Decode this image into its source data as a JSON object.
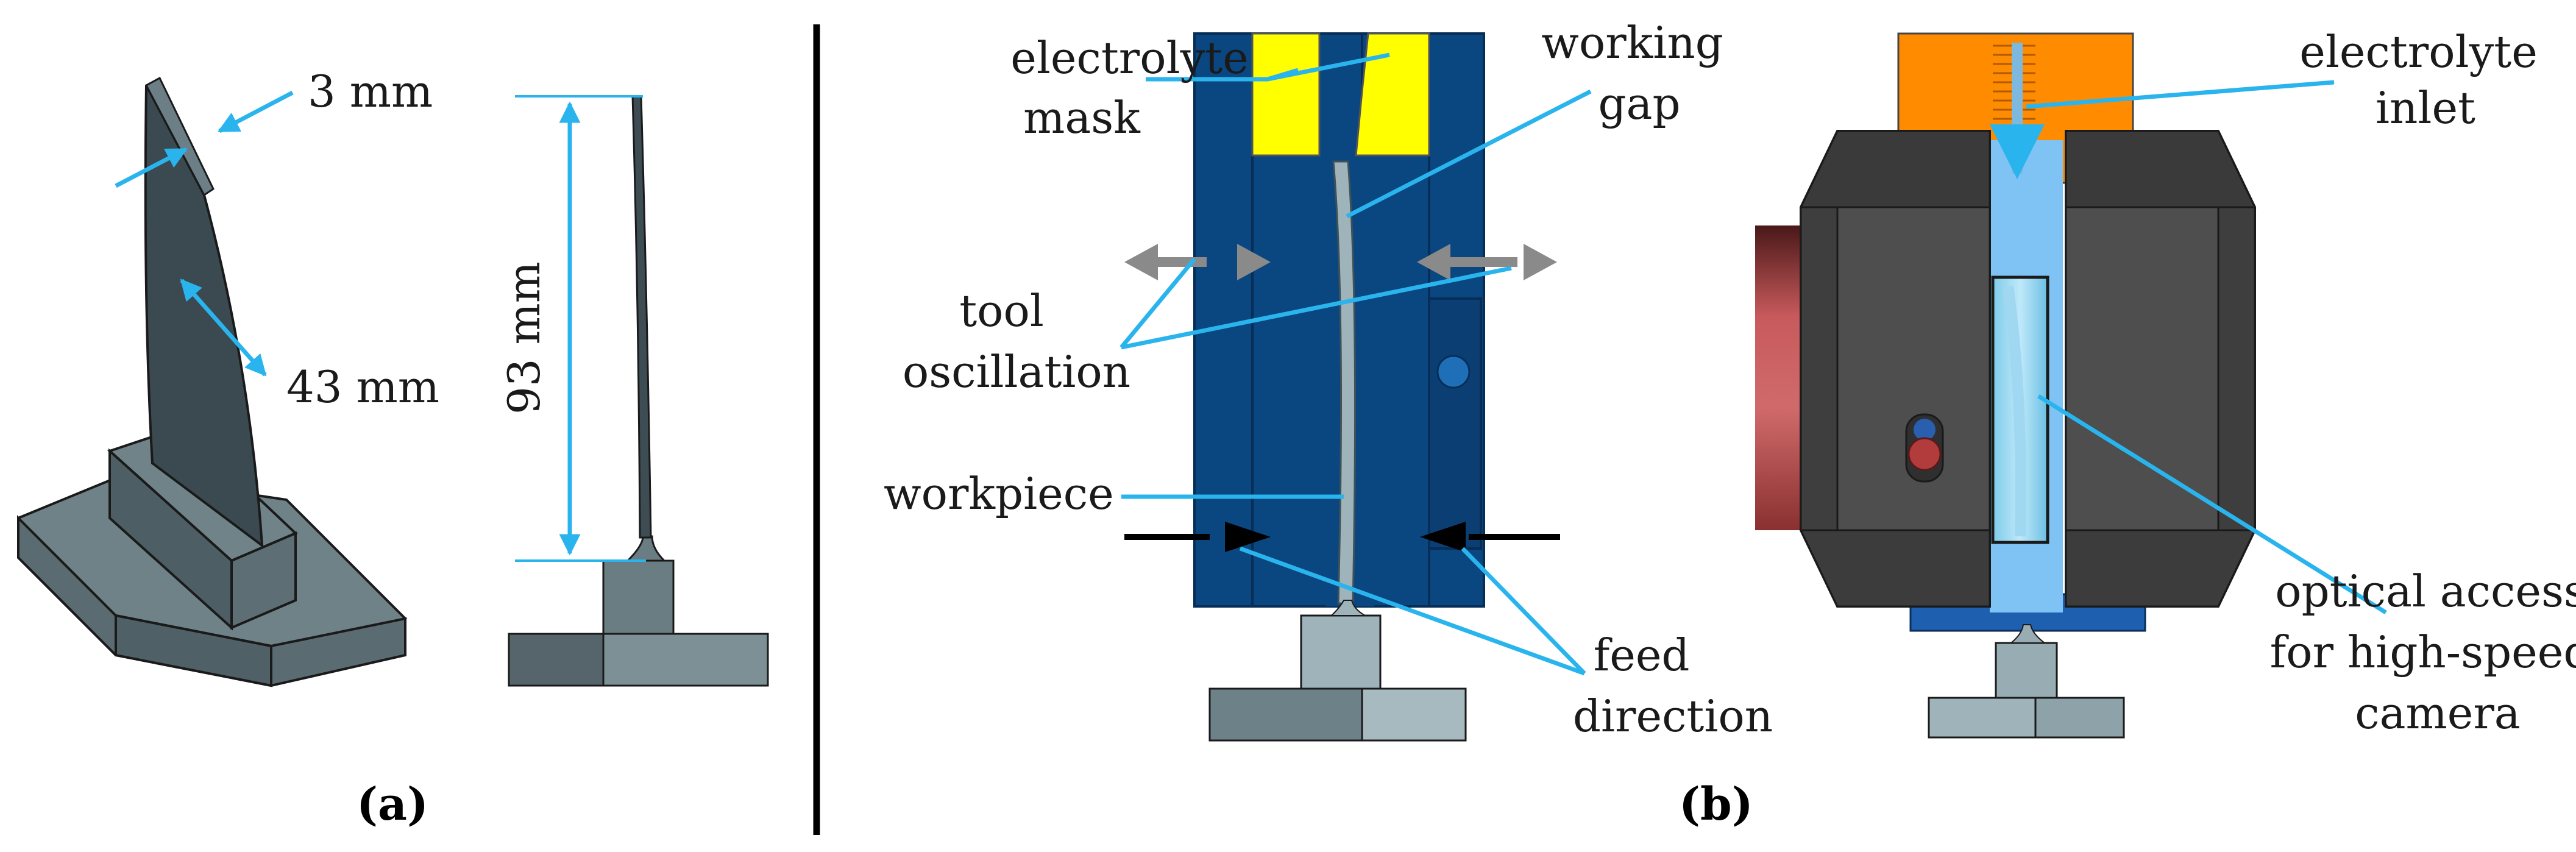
{
  "panels": {
    "a": "(a)",
    "b": "(b)"
  },
  "dimensions": {
    "thickness": "3 mm",
    "chord": "43 mm",
    "height": "93 mm"
  },
  "labels": {
    "electrolyte_mask": [
      "electrolyte",
      "mask"
    ],
    "working_gap": [
      "working",
      "gap"
    ],
    "tool_oscillation": [
      "tool",
      "oscillation"
    ],
    "workpiece": "workpiece",
    "feed_direction": [
      "feed",
      "direction"
    ],
    "electrolyte_inlet": [
      "electrolyte",
      "inlet"
    ],
    "optical_access": [
      "optical access",
      "for high-speed",
      "camera"
    ]
  },
  "colors": {
    "leader": "#2ab4ee",
    "tool_blue": "#0a4680",
    "mask_yellow": "#ffff00",
    "inlet_orange": "#ff8c00",
    "housing_grey": "#4a4a4a",
    "side_red": "#b8484a",
    "workpiece_grey": "#8fa3ab",
    "oscillation_arrow": "#8a8a8a",
    "feed_arrow": "#000000"
  },
  "icons": {
    "oscillation": "double-arrow-icon",
    "feed": "arrow-right-icon"
  }
}
